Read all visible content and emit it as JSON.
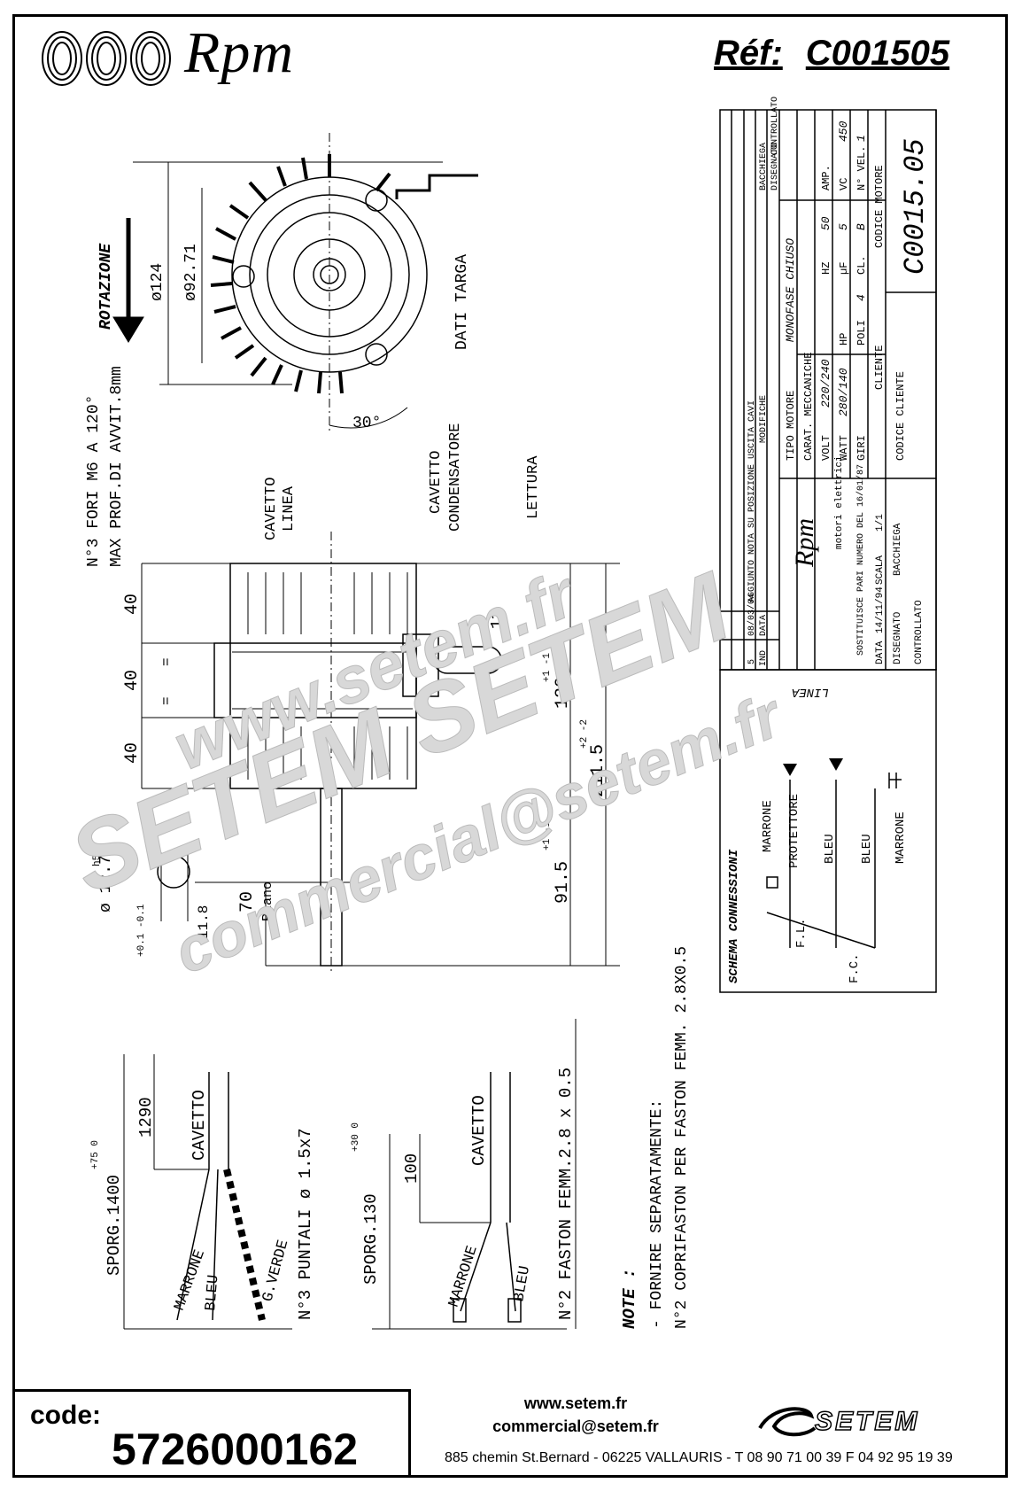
{
  "header": {
    "brand": "Rpm",
    "ref_label": "Réf:",
    "ref_value": "C001505"
  },
  "drawing": {
    "rotation": "ROTAZIONE",
    "dim_d124": "ø124",
    "dim_d9271": "ø92.71",
    "holes_note_1": "N°3 FORI M6 A 120°",
    "holes_note_2": "MAX PROF.DI AVVIT.8mm",
    "angle_30": "30°",
    "dati_targa": "DATI TARGA",
    "cavetto_linea_1": "CAVETTO",
    "cavetto_linea_2": "LINEA",
    "cavetto_cond_1": "CAVETTO",
    "cavetto_cond_2": "CONDENSATORE",
    "lettura": "LETTURA",
    "dim_40a": "40",
    "dim_40b": "40",
    "dim_40c": "40",
    "dim_11": "11",
    "dim_120": "120",
    "tol_120": "+1  -1",
    "dim_2115": "211.5",
    "tol_2115": "+2  -2",
    "dim_915": "91.5",
    "tol_915": "+1  -1",
    "dim_70": "70",
    "piano": "Piano",
    "dim_127": "ø 12.7",
    "tol_127": "h5",
    "dim_118": "11.8",
    "tol_118": "+0.1  -0.1",
    "eq1": "=",
    "eq2": "="
  },
  "cables": {
    "sporg_1400": "SPORG.1400",
    "tol_1400": "+75  0",
    "dim_1290": "1290",
    "cavetto_a": "CAVETTO",
    "marrone_a": "MARRONE",
    "bleu_a": "BLEU",
    "gverde": "G.VERDE",
    "puntali": "N°3 PUNTALI ø 1.5x7",
    "sporg_130": "SPORG.130",
    "tol_130": "+30  0",
    "dim_100": "100",
    "cavetto_b": "CAVETTO",
    "marrone_b": "MARRONE",
    "bleu_b": "BLEU",
    "faston": "N°2 FASTON FEMM.2.8 x 0.5"
  },
  "notes": {
    "title": "NOTE :",
    "line1": "- FORNIRE SEPARATAMENTE:",
    "line2": "N°2 COPRIFASTON PER FASTON FEMM. 2.8X0.5"
  },
  "title_block": {
    "dash": "-",
    "rev_ind": "IND",
    "rev_data": "DATA",
    "rev_5": "5",
    "rev_5_date": "08/03/04",
    "rev_5_text": "AGGIUNTO NOTA SU POSIZIONE USCITA CAVI",
    "modifiche": "MODIFICHE",
    "bacchiega": "BACCHIEGA",
    "disegnato": "DISEGNATO",
    "controllato": "CONTROLLATO",
    "tipo_motore": "TIPO MOTORE",
    "tipo_val": "MONOFASE CHIUSO",
    "carat": "CARAT. MECCANICHE",
    "volt": "VOLT",
    "volt_val": "220/240",
    "hz": "HZ",
    "hz_val": "50",
    "amp": "AMP.",
    "watt": "WATT",
    "watt_val": "280/140",
    "hp": "HP",
    "uf": "µF",
    "uf_val": "5",
    "vc": "VC",
    "vc_val": "450",
    "giri": "GIRI",
    "poli": "POLI",
    "poli_val": "4",
    "cl": "CL.",
    "cl_val": "B",
    "nvel": "N° VEL.",
    "nvel_val": "1",
    "cliente": "CLIENTE",
    "codice_motore": "CODICE MOTORE",
    "codice_motore_val": "C0015.05",
    "codice_cliente": "CODICE CLIENTE",
    "rpm_brand": "Rpm",
    "rpm_sub": "motori elettrici",
    "sostituisce": "SOSTITUISCE PARI NUMERO DEL 16/01/87",
    "data": "DATA",
    "data_val": "14/11/94",
    "scala": "SCALA",
    "scala_val": "1/1",
    "disegnato_by": "BACCHIEGA"
  },
  "schema": {
    "title": "SCHEMA CONNESSIONI",
    "linea": "LINEA",
    "marrone1": "MARRONE",
    "protettore": "PROTETTORE",
    "bleu1": "BLEU",
    "bleu2": "BLEU",
    "marrone2": "MARRONE",
    "fl": "F.L.",
    "fc": "F.C."
  },
  "watermark": {
    "line1": "www.setem.fr",
    "line2": "SETEM SETEM",
    "line3": "commercial@setem.fr"
  },
  "footer": {
    "code_label": "code:",
    "code_value": "5726000162",
    "web": "www.setem.fr",
    "email": "commercial@setem.fr",
    "address": "885 chemin St.Bernard  -  06225 VALLAURIS  -  T 08 90 71 00 39   F 04 92 95 19 39",
    "setem_logo": "SETEM"
  }
}
